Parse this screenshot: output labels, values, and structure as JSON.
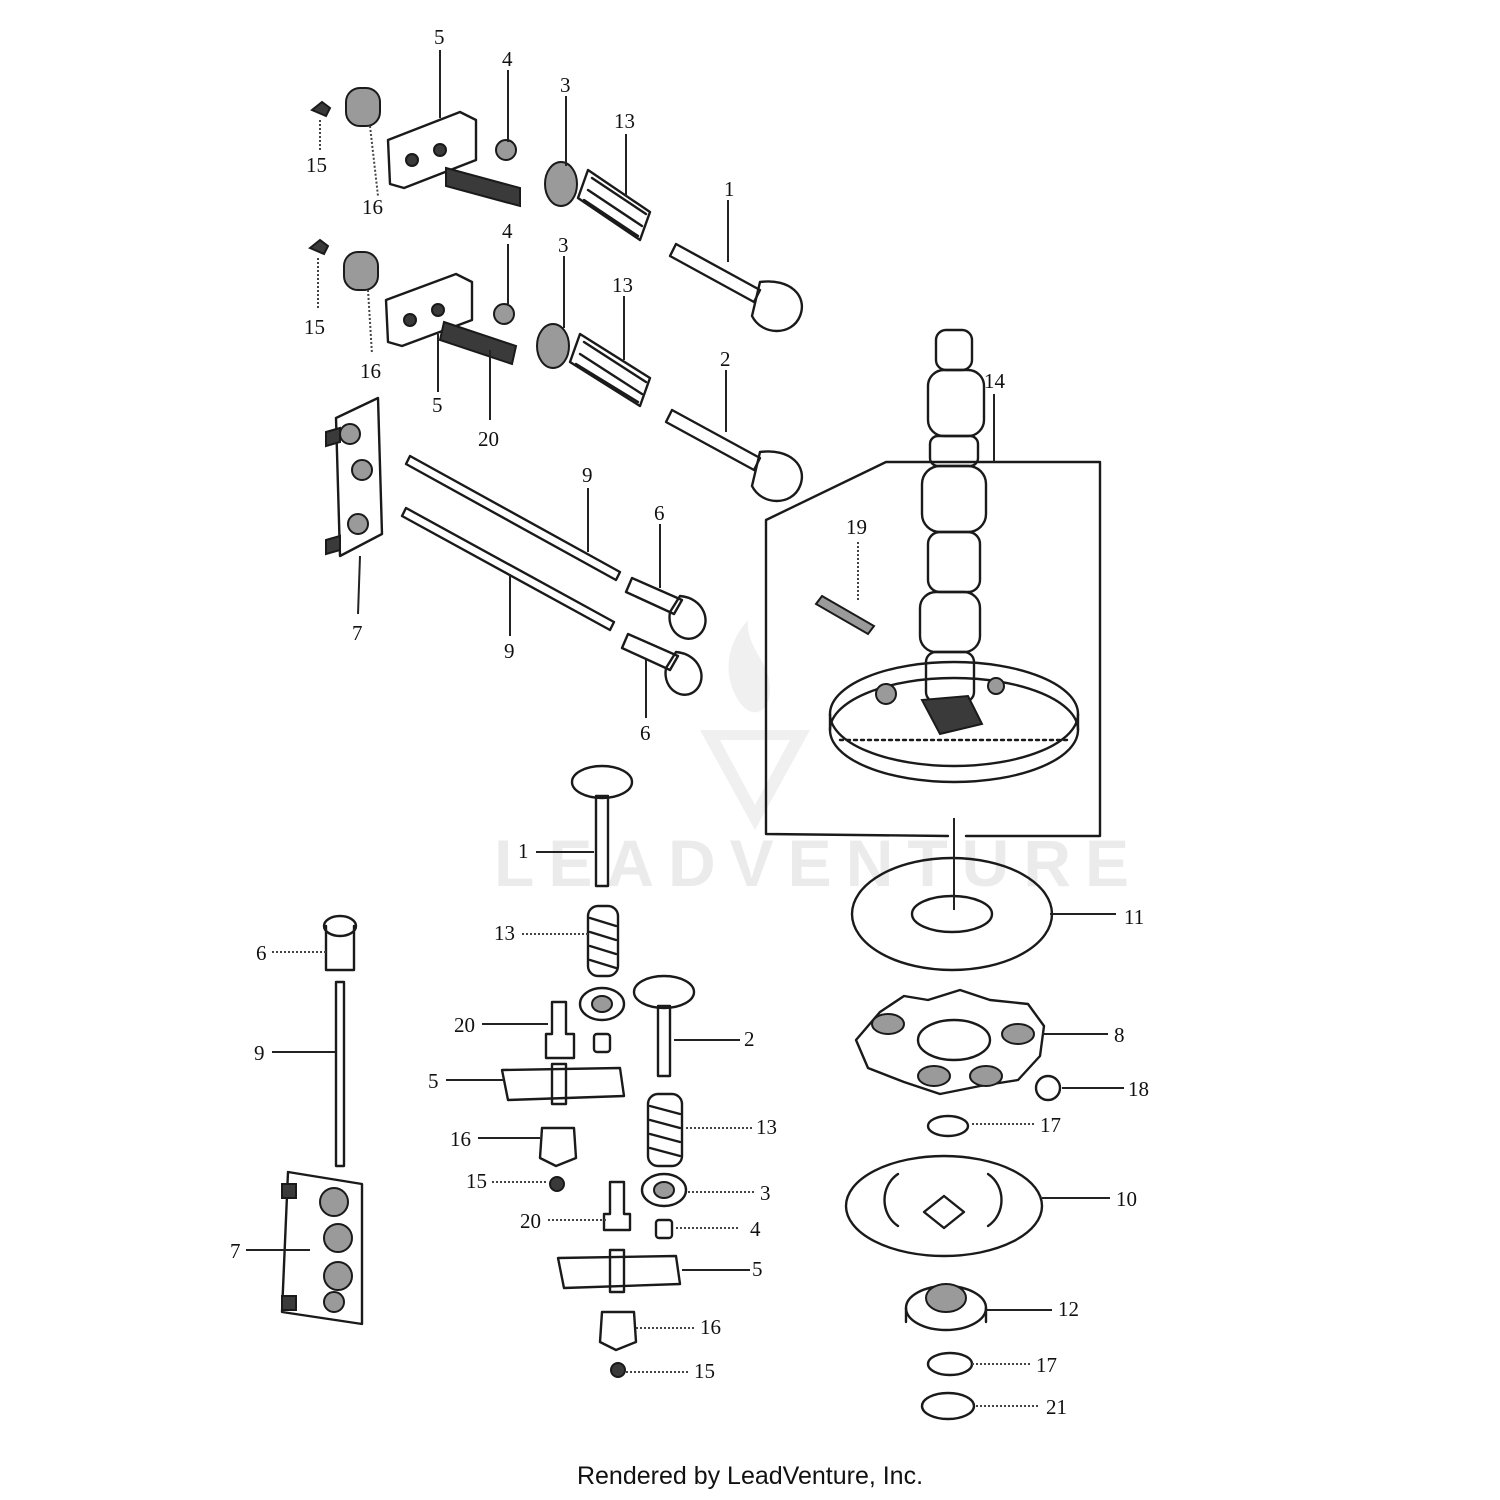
{
  "watermark": "LEADVENTURE",
  "footer": "Rendered by LeadVenture, Inc.",
  "callouts": {
    "c5a": "5",
    "c4a": "4",
    "c3a": "3",
    "c13a": "13",
    "c1a": "1",
    "c15a": "15",
    "c16a": "16",
    "c4b": "4",
    "c3b": "3",
    "c13b": "13",
    "c15b": "15",
    "c16b": "16",
    "c5b": "5",
    "c20a": "20",
    "c2a": "2",
    "c14": "14",
    "c19": "19",
    "c9a": "9",
    "c6a": "6",
    "c7a": "7",
    "c9b": "9",
    "c6b": "6",
    "c1b": "1",
    "c13c": "13",
    "c11": "11",
    "c6c": "6",
    "c20b": "20",
    "c2b": "2",
    "c8": "8",
    "c9c": "9",
    "c5c": "5",
    "c18": "18",
    "c17a": "17",
    "c16c": "16",
    "c13d": "13",
    "c15c": "15",
    "c3c": "3",
    "c10": "10",
    "c20c": "20",
    "c4c": "4",
    "c7b": "7",
    "c5d": "5",
    "c12": "12",
    "c16d": "16",
    "c17b": "17",
    "c15d": "15",
    "c21": "21"
  }
}
